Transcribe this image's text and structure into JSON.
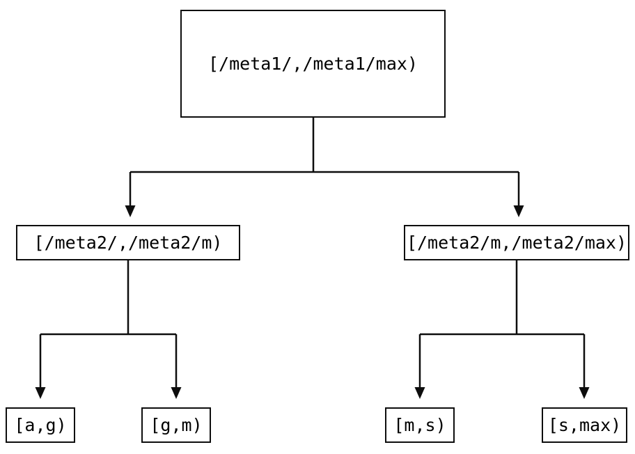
{
  "diagram": {
    "type": "tree",
    "description": "Binary partition tree of key ranges",
    "colors": {
      "background": "#ffffff",
      "line": "#0d0d0d",
      "box_border": "#0d0d0d",
      "text": "#000000"
    },
    "root": {
      "label": "[/meta1/,/meta1/max)"
    },
    "level2": [
      {
        "label": "[/meta2/,/meta2/m)",
        "parent": "root"
      },
      {
        "label": "[/meta2/m,/meta2/max)",
        "parent": "root"
      }
    ],
    "leaves": [
      {
        "label": "[a,g)",
        "parent": "[/meta2/,/meta2/m)"
      },
      {
        "label": "[g,m)",
        "parent": "[/meta2/,/meta2/m)"
      },
      {
        "label": "[m,s)",
        "parent": "[/meta2/m,/meta2/max)"
      },
      {
        "label": "[s,max)",
        "parent": "[/meta2/m,/meta2/max)"
      }
    ]
  }
}
